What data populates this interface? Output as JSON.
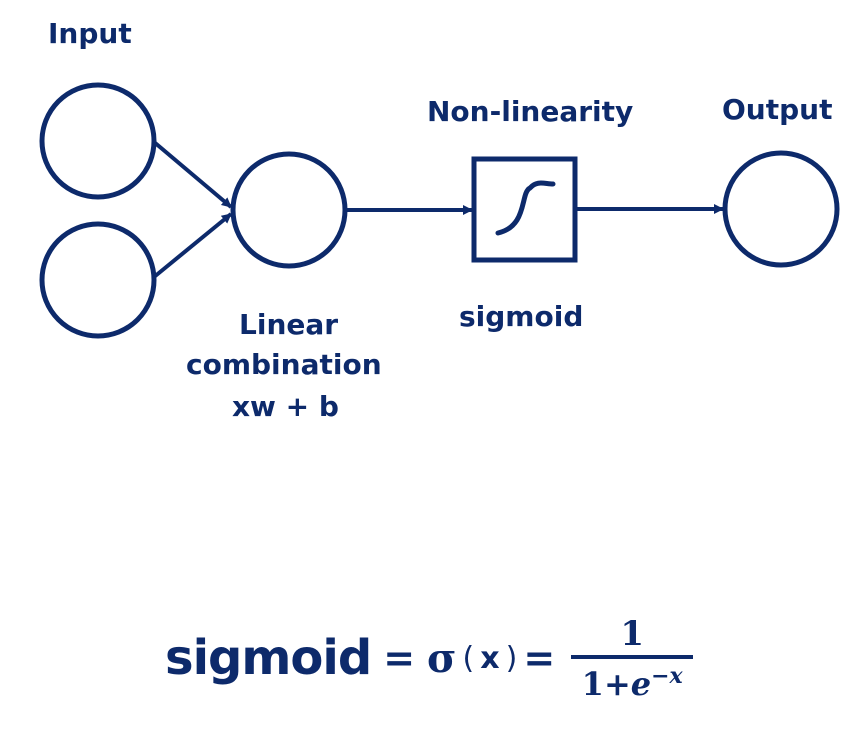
{
  "colors": {
    "primary": "#0d2a6b",
    "background": "#ffffff"
  },
  "labels": {
    "input": "Input",
    "non_linearity": "Non-linearity",
    "output": "Output",
    "linear_line1": "Linear",
    "linear_line2": "combination",
    "linear_line3": "xw + b",
    "sigmoid": "sigmoid"
  },
  "nodes": [
    {
      "id": "input-1",
      "type": "circle",
      "role": "input"
    },
    {
      "id": "input-2",
      "type": "circle",
      "role": "input"
    },
    {
      "id": "linear",
      "type": "circle",
      "role": "linear combination"
    },
    {
      "id": "activation",
      "type": "box",
      "role": "non-linearity",
      "icon": "sigmoid-curve-icon"
    },
    {
      "id": "output",
      "type": "circle",
      "role": "output"
    }
  ],
  "edges": [
    {
      "from": "input-1",
      "to": "linear"
    },
    {
      "from": "input-2",
      "to": "linear"
    },
    {
      "from": "linear",
      "to": "activation"
    },
    {
      "from": "activation",
      "to": "output"
    }
  ],
  "formula": {
    "lhs": "sigmoid",
    "eq1": "=",
    "sigma": "σ",
    "open_paren": "(",
    "var": "x",
    "close_paren": ")",
    "eq2": "=",
    "numerator": "1",
    "denominator_base": "1+",
    "denominator_e": "e",
    "denominator_exp": "−x"
  }
}
